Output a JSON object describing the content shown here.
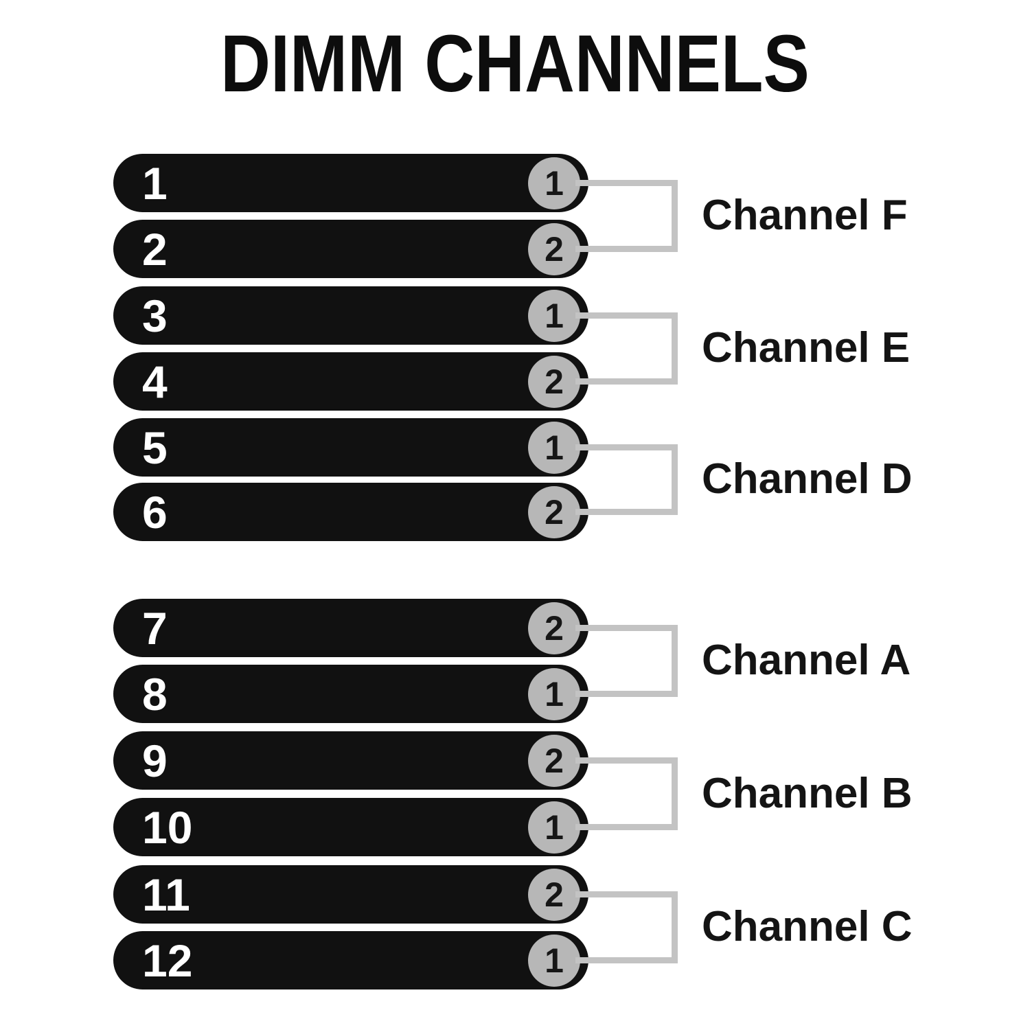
{
  "title": "DIMM CHANNELS",
  "colors": {
    "bar-color": "#111111",
    "badge-color": "#b7b7b7",
    "line-color": "#c3c3c3",
    "text-dark": "#141414",
    "text-light": "#ffffff",
    "bg": "#ffffff"
  },
  "pairs": [
    {
      "channel": "Channel F",
      "bars": [
        {
          "slot": "1",
          "badge": "1"
        },
        {
          "slot": "2",
          "badge": "2"
        }
      ]
    },
    {
      "channel": "Channel E",
      "bars": [
        {
          "slot": "3",
          "badge": "1"
        },
        {
          "slot": "4",
          "badge": "2"
        }
      ]
    },
    {
      "channel": "Channel D",
      "bars": [
        {
          "slot": "5",
          "badge": "1"
        },
        {
          "slot": "6",
          "badge": "2"
        }
      ]
    },
    {
      "channel": "Channel A",
      "bars": [
        {
          "slot": "7",
          "badge": "2"
        },
        {
          "slot": "8",
          "badge": "1"
        }
      ]
    },
    {
      "channel": "Channel B",
      "bars": [
        {
          "slot": "9",
          "badge": "2"
        },
        {
          "slot": "10",
          "badge": "1"
        }
      ]
    },
    {
      "channel": "Channel C",
      "bars": [
        {
          "slot": "11",
          "badge": "2"
        },
        {
          "slot": "12",
          "badge": "1"
        }
      ]
    }
  ]
}
